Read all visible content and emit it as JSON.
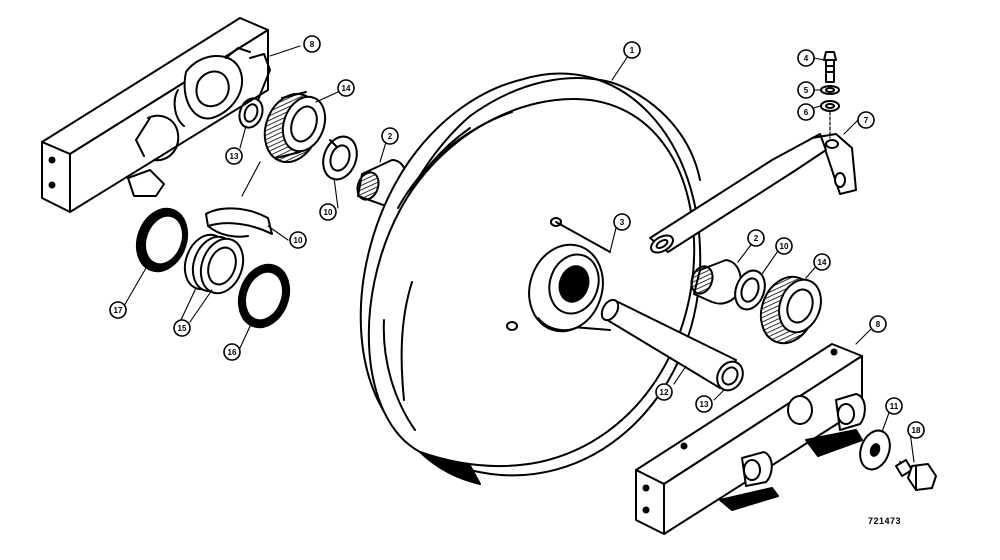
{
  "diagram": {
    "document_number": "721473",
    "callouts": {
      "c1": "1",
      "c2a": "2",
      "c2b": "2",
      "c3": "3",
      "c4": "4",
      "c5": "5",
      "c6": "6",
      "c7": "7",
      "c8a": "8",
      "c8b": "8",
      "c10a": "10",
      "c10b": "10",
      "c10c": "10",
      "c11": "11",
      "c12": "12",
      "c13a": "13",
      "c13b": "13",
      "c14a": "14",
      "c14b": "14",
      "c15": "15",
      "c16": "16",
      "c17": "17",
      "c18": "18"
    }
  }
}
